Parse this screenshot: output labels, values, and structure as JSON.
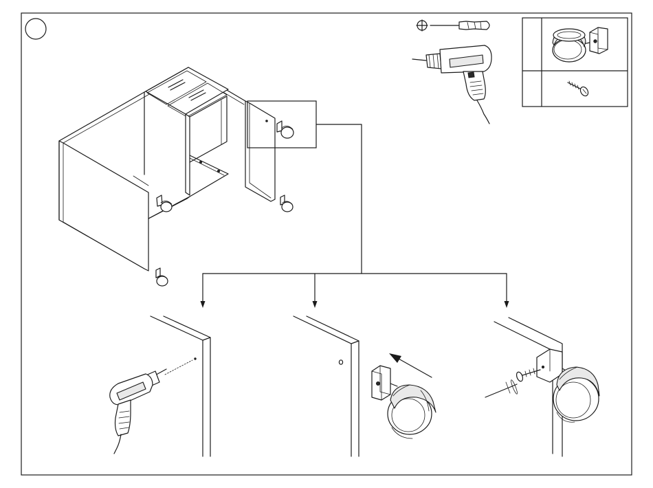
{
  "step_number": "",
  "parts_table": {
    "rows": [
      {
        "part": "caster-wheel-with-bracket",
        "quantity": ""
      },
      {
        "part": "screw",
        "quantity": ""
      }
    ]
  },
  "tools": [
    "phillips-screwdriver",
    "power-drill"
  ],
  "icons": {
    "screwdriver": "screwdriver-icon",
    "drill": "drill-icon",
    "caster": "caster-wheel-icon",
    "screw": "screw-icon"
  },
  "colors": {
    "line": "#1a1a1a",
    "background": "#ffffff"
  }
}
